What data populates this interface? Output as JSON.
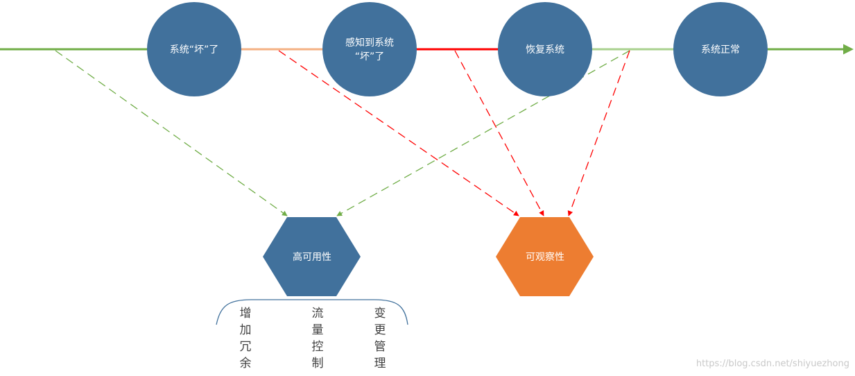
{
  "timeline": {
    "nodes": [
      {
        "lines": [
          "系统“坏”了"
        ]
      },
      {
        "lines": [
          "感知到系统",
          "“坏”了"
        ]
      },
      {
        "lines": [
          "恢复系统"
        ]
      },
      {
        "lines": [
          "系统正常"
        ]
      }
    ]
  },
  "capabilities": {
    "availability": {
      "label": "高可用性",
      "color": "#41719c"
    },
    "observability": {
      "label": "可观察性",
      "color": "#ed7d31"
    }
  },
  "practices": [
    {
      "chars": [
        "增",
        "加",
        "冗",
        "余"
      ]
    },
    {
      "chars": [
        "流",
        "量",
        "控",
        "制"
      ]
    },
    {
      "chars": [
        "变",
        "更",
        "管",
        "理"
      ]
    }
  ],
  "colors": {
    "node_fill": "#41719c",
    "green": "#70ad47",
    "light_green": "#a9d18e",
    "salmon": "#f4b183",
    "red": "#ff0000",
    "bracket": "#41719c"
  },
  "watermark": "https://blog.csdn.net/shiyuezhong"
}
